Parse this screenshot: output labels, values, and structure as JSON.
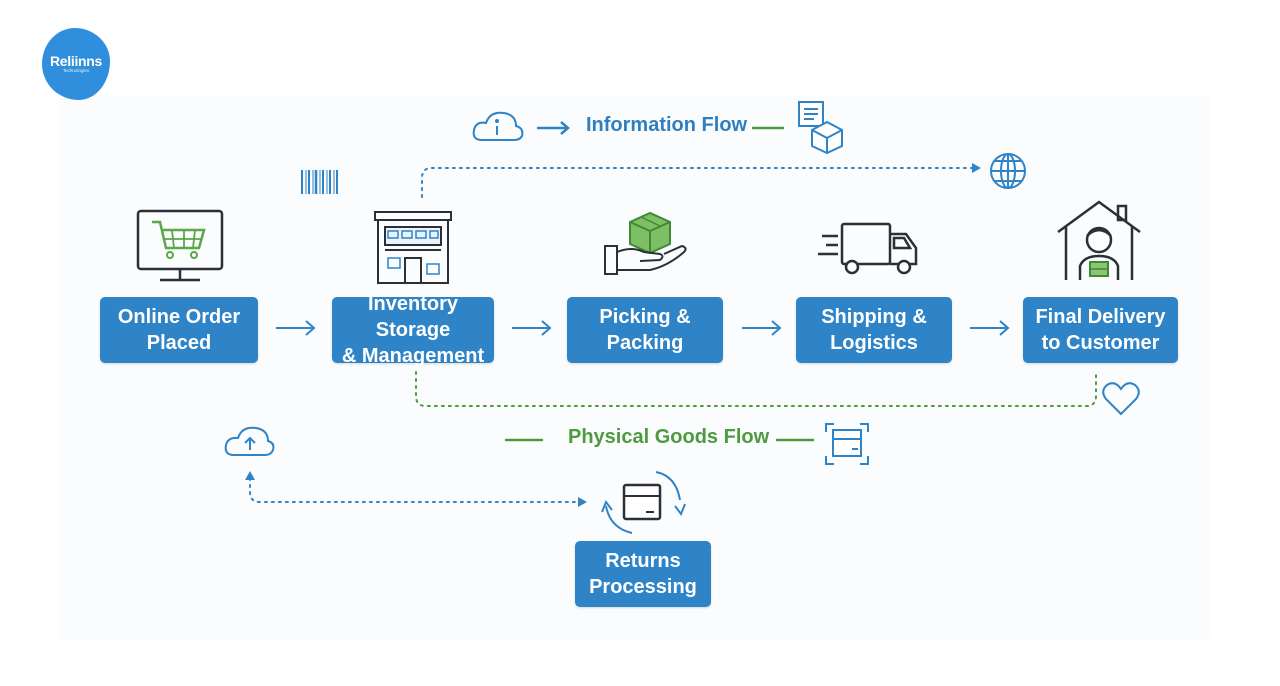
{
  "logo": {
    "name": "Reliinns",
    "sub": "Technologies"
  },
  "flows": {
    "information": "Information Flow",
    "physical": "Physical Goods Flow"
  },
  "nodes": [
    {
      "line1": "Online Order",
      "line2": "Placed"
    },
    {
      "line1": "Inventory Storage",
      "line2": "& Management"
    },
    {
      "line1": "Picking &",
      "line2": "Packing"
    },
    {
      "line1": "Shipping &",
      "line2": "Logistics"
    },
    {
      "line1": "Final Delivery",
      "line2": "to Customer"
    },
    {
      "line1": "Returns",
      "line2": "Processing"
    }
  ],
  "colors": {
    "node": "#2f83c7",
    "information": "#2f7fc0",
    "physical": "#4e9a3f",
    "icon_dark": "#2b2f36",
    "icon_green": "#5aa84a"
  }
}
